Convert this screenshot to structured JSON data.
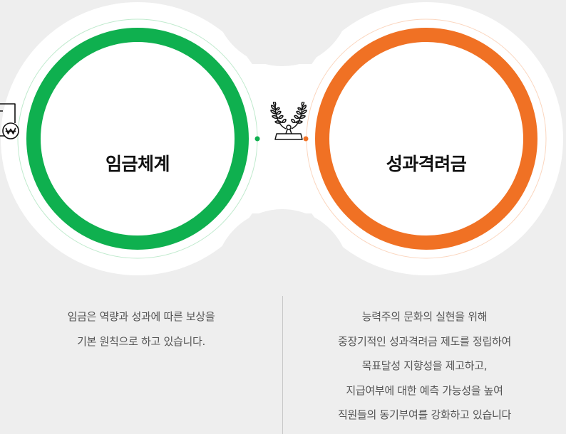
{
  "colors": {
    "background": "#eeeeee",
    "wage_accent": "#0fb04f",
    "bonus_accent": "#f07124",
    "connector_mid": "#1f4e8c",
    "divider": "#c8c8c8",
    "title_text": "#111111",
    "body_text": "#555555"
  },
  "cards": [
    {
      "id": "wage",
      "icon": "laptop-won-icon",
      "title": "임금체계",
      "description": [
        "임금은 역량과 성과에 따른 보상을",
        "기본 원칙으로 하고 있습니다."
      ]
    },
    {
      "id": "bonus",
      "icon": "laurel-trophy-icon",
      "title": "성과격려금",
      "description": [
        "능력주의 문화의 실현을 위해",
        "중장기적인 성과격려금 제도를 정립하여",
        "목표달성 지향성을 제고하고,",
        "지급여부에 대한 예측 가능성을 높여",
        "직원들의 동기부여를 강화하고 있습니다"
      ]
    }
  ]
}
